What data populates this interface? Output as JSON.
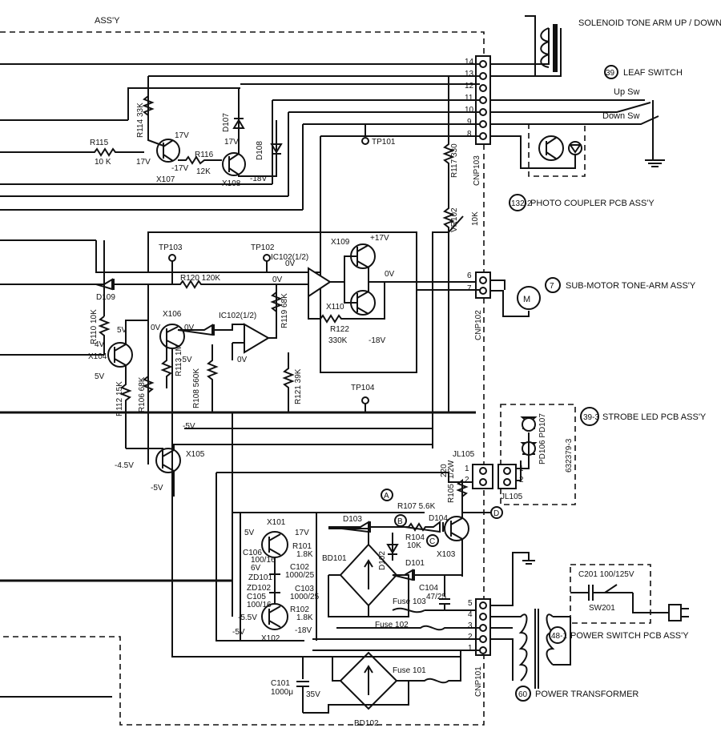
{
  "assembly_label": "ASS'Y",
  "right_blocks": {
    "solenoid": "SOLENOID TONE ARM UP / DOWN",
    "leaf_switch": {
      "num": "39",
      "label": "LEAF SWITCH",
      "up": "Up Sw",
      "down": "Down Sw"
    },
    "photo_coupler": {
      "num": "132-2",
      "label": "PHOTO COUPLER PCB ASS'Y"
    },
    "sub_motor": {
      "num": "7",
      "label": "SUB-MOTOR TONE-ARM ASS'Y",
      "motor": "M"
    },
    "strobe": {
      "num": "39-3",
      "label": "STROBE LED PCB ASS'Y",
      "part": "632379-3",
      "leds": "PD106 PD107"
    },
    "power_switch": {
      "num": "48-1",
      "label": "POWER SWITCH PCB ASS'Y",
      "cap": "C201 100/125V",
      "sw": "SW201"
    },
    "transformer": {
      "num": "60",
      "label": "POWER TRANSFORMER"
    }
  },
  "connectors": {
    "cnp103": {
      "name": "CNP103",
      "pins": [
        "14",
        "13",
        "12",
        "11",
        "10",
        "9",
        "8"
      ]
    },
    "cnp102": {
      "name": "CNP102",
      "pins": [
        "6",
        "7"
      ]
    },
    "cnp101": {
      "name": "CNP101",
      "pins": [
        "5",
        "4",
        "3",
        "2",
        "1"
      ]
    },
    "jl105": {
      "name": "JL105",
      "pins": [
        "1",
        "2"
      ]
    },
    "jl105b": {
      "name": "JL105",
      "pins": [
        "1",
        "2"
      ]
    }
  },
  "components": {
    "r114": "R114 33K",
    "r115": "R115",
    "r115v": "10 K",
    "r116": "R116",
    "r116v": "12K",
    "x107": "X107",
    "x108": "X108",
    "d107": "D107",
    "d108": "D108",
    "tp101": "TP101",
    "tp102": "TP102",
    "tp103": "TP103",
    "tp104": "TP104",
    "r117": "R117 330",
    "vr102": "VR102",
    "vr102v": "10K",
    "x109": "X109",
    "x110": "X110",
    "ic102a": "IC102(1/2)",
    "ic102b": "IC102(1/2)",
    "r120": "R120 120K",
    "r122": "R122",
    "r122v": "330K",
    "r119": "R119 68K",
    "r121": "R121 39K",
    "r108": "R108 560K",
    "d109": "D109",
    "x106": "X106",
    "r113": "R113 1M",
    "r110": "R110 10K",
    "x104": "X104",
    "r112": "R112 15K",
    "r106": "R106 68K",
    "x105": "X105",
    "x101": "X101",
    "x102": "X102",
    "x103": "X103",
    "c106": "C106",
    "c106v": "100/16",
    "c105": "C105",
    "c105v": "100/16",
    "zd101": "ZD101",
    "zd102": "ZD102",
    "r101": "R101",
    "r101v": "1.8K",
    "r102": "R102",
    "r102v": "1.8K",
    "c102": "C102",
    "c102v": "1000/25",
    "c103": "C103",
    "c103v": "1000/25",
    "bd101": "BD101",
    "bd102": "BD102",
    "d103": "D103",
    "d102": "D102",
    "d101": "D101",
    "r107": "R107 5.6K",
    "r104": "R104",
    "r104v": "10K",
    "d104": "D104",
    "r105": "R105",
    "r105v": "220",
    "c104": "C104",
    "c104v": "47/25",
    "c101": "C101",
    "c101v": "1000μ",
    "fuse101": "Fuse 101",
    "fuse102": "Fuse 102",
    "fuse103": "Fuse 103"
  },
  "voltages": {
    "v17a": "17V",
    "v17b": "17V",
    "v17c": "17V",
    "vm17": "-17V",
    "vm18a": "-18V",
    "p17": "+17V",
    "v0a": "0V",
    "v0b": "0V",
    "v0c": "0V",
    "v0d": "0V",
    "v0e": "0V",
    "v0f": "0V",
    "vm18b": "-18V",
    "v5a": "5V",
    "v4": "4V",
    "v5b": "5V",
    "vm5a": "-5V",
    "vm5b": "-5V",
    "vm45": "-4.5V",
    "vm5c": "-5V",
    "v5c": "5V",
    "v17d": "17V",
    "v6": "6V",
    "vm55": "-5.5V",
    "vm5d": "-5V",
    "vm18c": "-18V",
    "v35": "35V",
    "r105w": "1/2W"
  },
  "markers": {
    "a": "A",
    "b": "B",
    "c": "C",
    "d": "D"
  }
}
